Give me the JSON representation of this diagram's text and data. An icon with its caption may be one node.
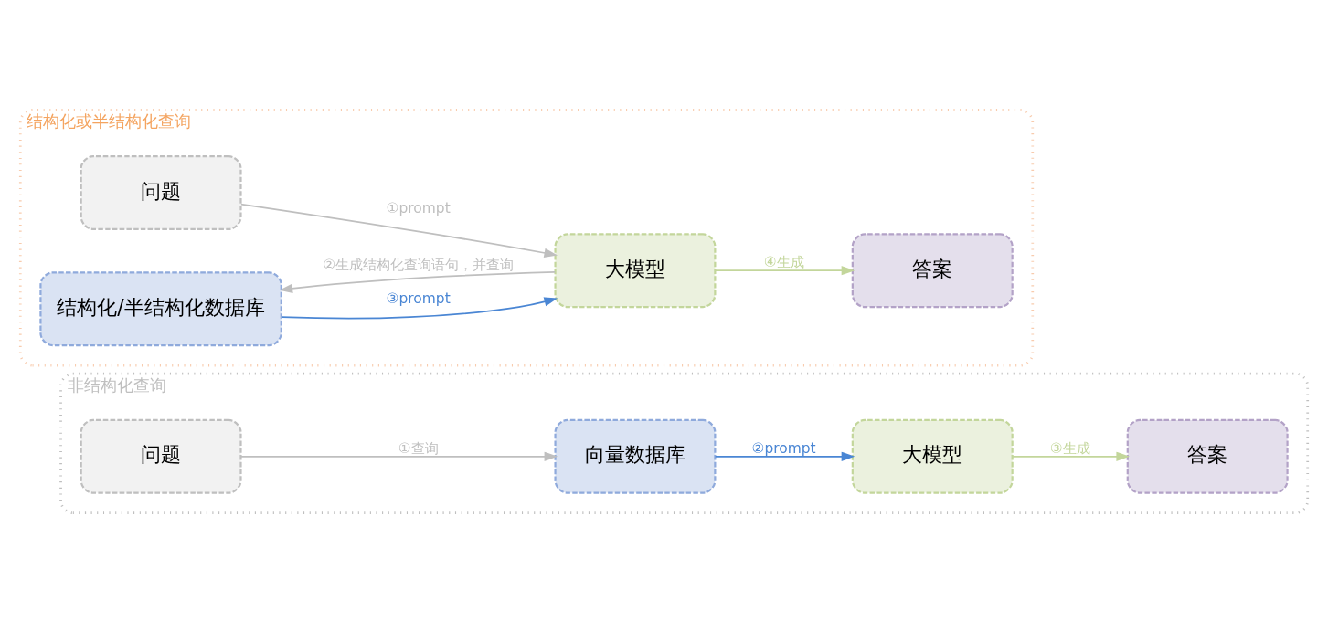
{
  "diagram": {
    "nodes": [
      {
        "text": [
          "非结构化查询"
        ]
      },
      {
        "text": [
          "问题"
        ],
        "in": 0
      },
      {
        "text": [
          "向量数据库"
        ],
        "in": 0
      },
      {
        "text": [
          "大模型"
        ],
        "in": 0
      },
      {
        "text": [
          "答案"
        ],
        "in": 0
      },
      {
        "text": [
          "结构化或半结构化查询"
        ]
      },
      {
        "text": [
          "问题"
        ],
        "in": 5
      },
      {
        "text": [
          "结构化/半结构化数据库"
        ],
        "in": 5
      },
      {
        "text": [
          "大模型"
        ],
        "in": 5
      },
      {
        "text": [
          "答案"
        ],
        "in": 5
      }
    ],
    "edges": [
      {
        "from": 1,
        "to": 2,
        "arrow": "to",
        "label": "①查询"
      },
      {
        "from": 2,
        "to": 3,
        "arrow": "to",
        "label": "②prompt",
        "color": "#4a86d4"
      },
      {
        "from": 3,
        "to": 4,
        "arrow": "to",
        "label": "③生成",
        "color": "#c3d69b"
      },
      {
        "from": 6,
        "to": 8,
        "arrow": "to",
        "label": "①prompt"
      },
      {
        "from": 8,
        "to": 7,
        "arrow": "to",
        "label": "②生成结构化查询语句，并查询"
      },
      {
        "from": 7,
        "to": 8,
        "arrow": "to",
        "label": "③prompt",
        "color": "#4a86d4"
      },
      {
        "from": 8,
        "to": 9,
        "arrow": "to",
        "label": "④生成",
        "color": "#c3d69b"
      }
    ]
  }
}
